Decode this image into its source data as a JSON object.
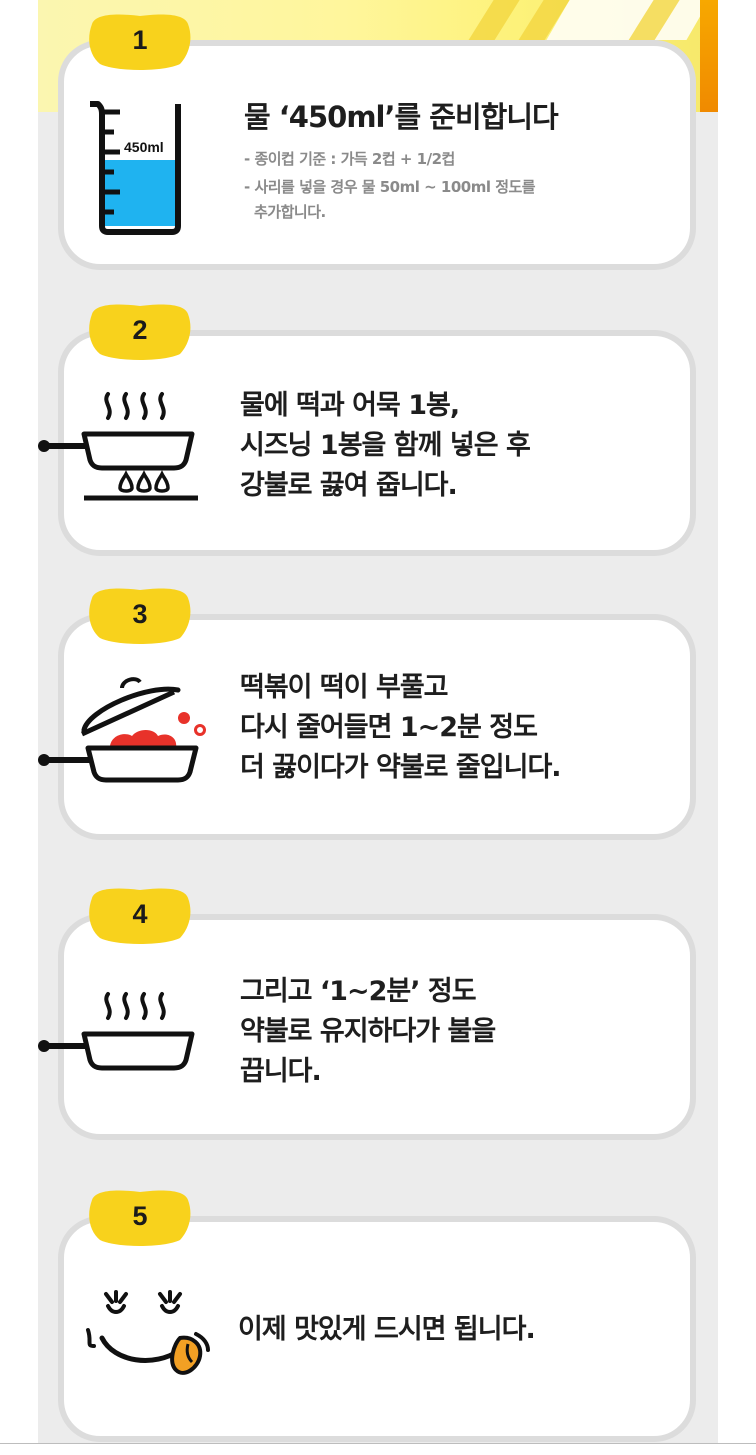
{
  "steps": [
    {
      "number": "1",
      "icon": "measuring-beaker-icon",
      "beaker_label": "450ml",
      "lines": [
        "물 ‘450ml’를 준비합니다"
      ],
      "notes": [
        "- 종이컵 기준 : 가득 2컵 + 1/2컵",
        "- 사리를 넣을 경우 물 50ml ~ 100ml 정도를",
        "추가합니다."
      ]
    },
    {
      "number": "2",
      "icon": "steaming-pan-on-stove-icon",
      "lines": [
        "물에 떡과 어묵 1봉,",
        "시즈닝 1봉을 함께 넣은 후",
        "강불로 끓여 줍니다."
      ]
    },
    {
      "number": "3",
      "icon": "bubbling-pot-with-lid-icon",
      "lines": [
        "떡볶이 떡이 부풀고",
        "다시 줄어들면 1~2분 정도",
        "더 끓이다가 약불로 줄입니다."
      ]
    },
    {
      "number": "4",
      "icon": "steaming-pan-icon",
      "lines": [
        "그리고 ‘1~2분’ 정도",
        "약불로 유지하다가 불을",
        "끕니다."
      ]
    },
    {
      "number": "5",
      "icon": "happy-face-tongue-icon",
      "lines": [
        "이제 맛있게 드시면 됩니다."
      ]
    }
  ],
  "colors": {
    "badge": "#f8d21c",
    "card_border": "#dcdcdc",
    "background": "#ececec",
    "water": "#1fb3f0",
    "sauce": "#e8322a",
    "tongue": "#f2a024"
  }
}
